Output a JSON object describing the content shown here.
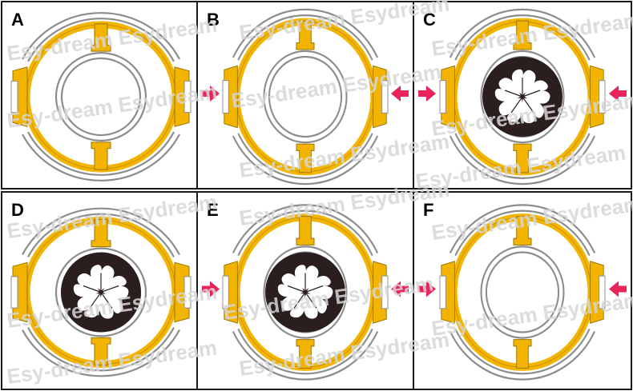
{
  "colors": {
    "accent_gold": "#f2b400",
    "gold_stroke": "#9a7400",
    "ring_gray": "#8c8c8c",
    "core_dark": "#2a1f1e",
    "arrow_pink": "#e8245a",
    "panel_border": "#1a1a1a",
    "watermark": "#d6d6d6"
  },
  "watermark_text": "Esy-dream Esydream",
  "panels": [
    {
      "label": "A",
      "arrows": false,
      "core": "empty",
      "shape": "round"
    },
    {
      "label": "B",
      "arrows": true,
      "core": "empty",
      "shape": "squeezed"
    },
    {
      "label": "C",
      "arrows": true,
      "core": "flower",
      "shape": "squeezed"
    },
    {
      "label": "D",
      "arrows": false,
      "core": "flower",
      "shape": "round"
    },
    {
      "label": "E",
      "arrows": true,
      "core": "flower",
      "shape": "squeezed"
    },
    {
      "label": "F",
      "arrows": true,
      "core": "empty",
      "shape": "squeezed"
    }
  ]
}
